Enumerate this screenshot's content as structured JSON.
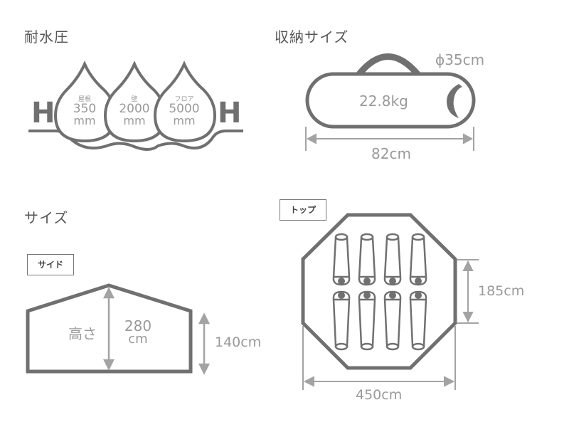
{
  "colors": {
    "outline": "#707070",
    "dimension": "#a3a3a3",
    "text": "#555555",
    "label": "#999999"
  },
  "water_resistance": {
    "heading": "耐水圧",
    "side_mark": "H",
    "drops": [
      {
        "label": "屋根",
        "value": "350",
        "unit": "mm"
      },
      {
        "label": "壁",
        "value": "2000",
        "unit": "mm"
      },
      {
        "label": "フロア",
        "value": "5000",
        "unit": "mm"
      }
    ]
  },
  "storage": {
    "heading": "収納サイズ",
    "diameter": "ϕ35cm",
    "weight": "22.8kg",
    "length": "82cm"
  },
  "size": {
    "heading": "サイズ",
    "side_view": {
      "tag": "サイド",
      "height_label": "高さ",
      "height_value": "280",
      "height_unit": "cm",
      "wall_height": "140cm"
    },
    "top_view": {
      "tag": "トップ",
      "width": "450cm",
      "side_length": "185cm",
      "sleeping_bags": 8
    }
  }
}
